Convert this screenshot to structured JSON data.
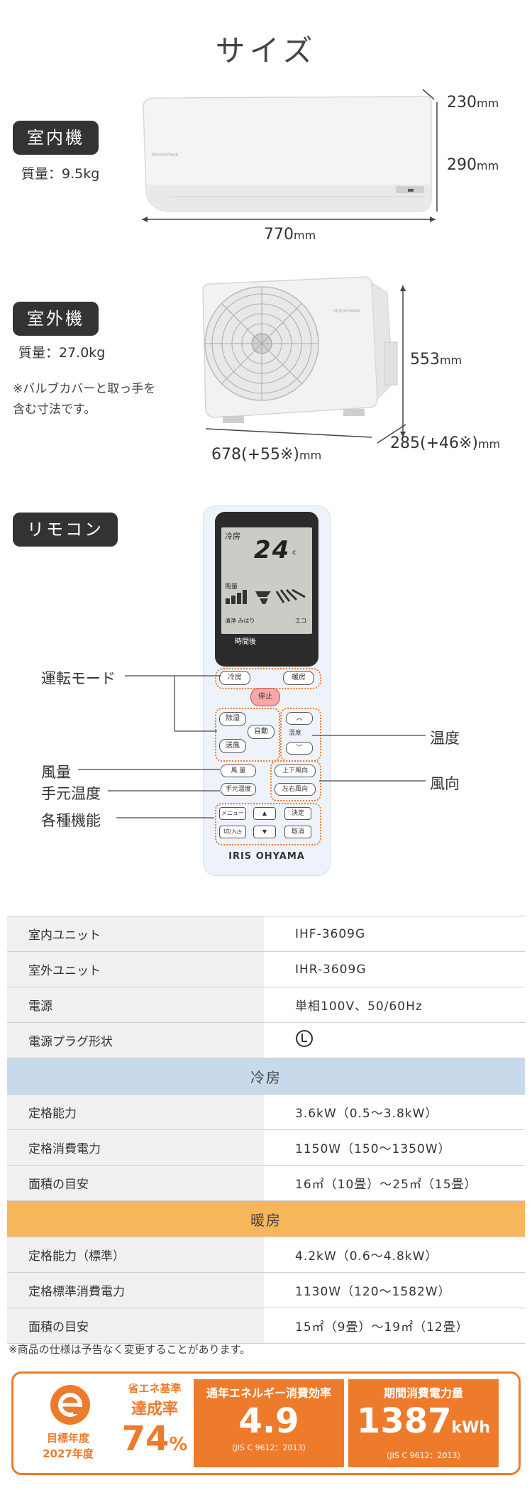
{
  "page": {
    "title": "サイズ"
  },
  "indoor": {
    "label": "室内機",
    "weight": "質量：9.5kg",
    "depth": "230",
    "height": "290",
    "width": "770",
    "unit": "mm",
    "brand_small": "IRISOHYAMA"
  },
  "outdoor": {
    "label": "室外機",
    "weight": "質量：27.0kg",
    "note_line1": "※バルブカバーと取っ手を",
    "note_line2": "含む寸法です。",
    "height": "553",
    "width": "678(+55※)",
    "depth": "285(+46※)",
    "unit": "mm",
    "brand_small": "IRISOHYAMA"
  },
  "remote": {
    "label": "リモコン",
    "lcd_mode": "冷房",
    "lcd_temp": "24",
    "lcd_temp_unit": "c",
    "lcd_fan": "風量",
    "lcd_clean": "清浄 みはり",
    "lcd_eco": "エコ",
    "lcd_timer": "時間後",
    "buttons": {
      "cool": "冷房",
      "heat": "暖房",
      "stop": "停止",
      "dehum": "除湿",
      "auto": "自動",
      "fan": "送風",
      "temp": "温度",
      "up": "︿",
      "down": "﹀",
      "airflow": "風 量",
      "hand_temp": "手元温度",
      "vert": "上下風向",
      "horiz": "左右風向",
      "menu": "メニュー",
      "ok": "決定",
      "onoff": "切/入◷",
      "cancel": "取消",
      "tri_up": "▲",
      "tri_down": "▼"
    },
    "brand": "IRIS OHYAMA",
    "callouts": {
      "mode": "運転モード",
      "fan": "風量",
      "hand": "手元温度",
      "funcs": "各種機能",
      "temp": "温度",
      "dir": "風向"
    }
  },
  "spec": {
    "common": [
      {
        "k": "室内ユニット",
        "v": "IHF-3609G"
      },
      {
        "k": "室外ユニット",
        "v": "IHR-3609G"
      },
      {
        "k": "電源",
        "v": "単相100V、50/60Hz"
      },
      {
        "k": "電源プラグ形状",
        "v": ""
      }
    ],
    "cool_title": "冷房",
    "cool": [
      {
        "k": "定格能力",
        "v": "3.6kW（0.5～3.8kW）"
      },
      {
        "k": "定格消費電力",
        "v": "1150W（150～1350W）"
      },
      {
        "k": "面積の目安",
        "v": "16㎡（10畳）～25㎡（15畳）"
      }
    ],
    "heat_title": "暖房",
    "heat": [
      {
        "k": "定格能力（標準）",
        "v": "4.2kW（0.6～4.8kW）"
      },
      {
        "k": "定格標準消費電力",
        "v": "1130W（120～1582W）"
      },
      {
        "k": "面積の目安",
        "v": "15㎡（9畳）～19㎡（12畳）"
      }
    ],
    "footnote": "※商品の仕様は予告なく変更することがあります。"
  },
  "energy": {
    "year_line1": "目標年度",
    "year_line2": "2027年度",
    "std_label": "省エネ基準",
    "achieve_label": "達成率",
    "achieve_value": "74",
    "achieve_unit": "%",
    "apf_label": "通年エネルギー消費効率",
    "apf_value": "4.9",
    "apf_std": "（JIS C 9612：2013）",
    "kwh_label": "期間消費電力量",
    "kwh_value": "1387",
    "kwh_unit": "kWh",
    "kwh_std": "（JIS C 9612：2013）",
    "accent": "#ee7b2c"
  }
}
